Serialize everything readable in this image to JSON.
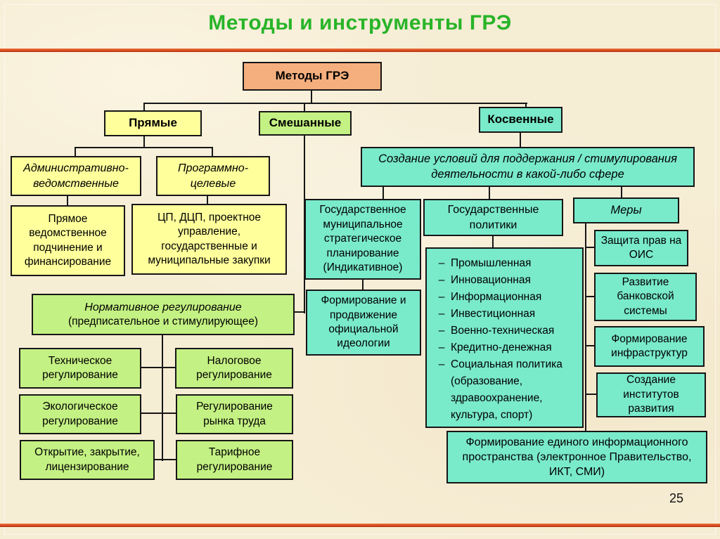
{
  "title": "Методы и инструменты ГРЭ",
  "page_number": "25",
  "list_dash": "–",
  "colors": {
    "accent_line": "#d64a1e",
    "title": "#28b428",
    "box_orange": "#f5af7e",
    "box_yellow": "#ffff9c",
    "box_green": "#c4f183",
    "box_cyan": "#79eaca"
  },
  "nodes": {
    "metody_gre": "Методы ГРЭ",
    "pryamye": "Прямые",
    "smeshannye": "Смешанные",
    "kosvennye": "Косвенные",
    "adm_vedomstvennye": "Административно-ведомственные",
    "programmno_celevye": "Программно-целевые",
    "pryamoe_podchinenie": "Прямое ведомственное подчинение и финансирование",
    "cp_dcp": "ЦП, ДЦП, проектное управление, государственные и муниципальные закупки",
    "normativnoe_line1": "Нормативное регулирование",
    "normativnoe_line2": "(предписательное и стимулирующее)",
    "tehnicheskoe": "Техническое регулирование",
    "nalogovoe": "Налоговое регулирование",
    "ekologicheskoe": "Экологическое регулирование",
    "rynok_truda": "Регулирование рынка труда",
    "otkrytie": "Открытие, закрытие, лицензирование",
    "tarifnoe": "Тарифное регулирование",
    "sozdanie_uslovij": "Создание условий для поддержания / стимулирования деятельности в какой-либо сфере",
    "gos_strat_planirovanie": "Государственное муниципальное стратегическое планирование (Индикативное)",
    "gos_politiki": "Государственные политики",
    "mery": "Меры",
    "ideologiya": "Формирование и продвижение официальной идеологии",
    "zashchita_prav": "Защита прав на ОИС",
    "bank_sistema": "Развитие банковской системы",
    "infrastruktury": "Формирование инфраструктур",
    "instituty_razvitiya": "Создание институтов развития",
    "edinoe_prostranstvo": "Формирование единого информационного пространства (электронное Правительство, ИКТ, СМИ)"
  },
  "gos_politiki_items": [
    "Промышленная",
    "Инновационная",
    "Информационная",
    "Инвестиционная",
    "Военно-техническая",
    "Кредитно-денежная",
    "Социальная политика (образование, здравоохранение, культура, спорт)"
  ]
}
